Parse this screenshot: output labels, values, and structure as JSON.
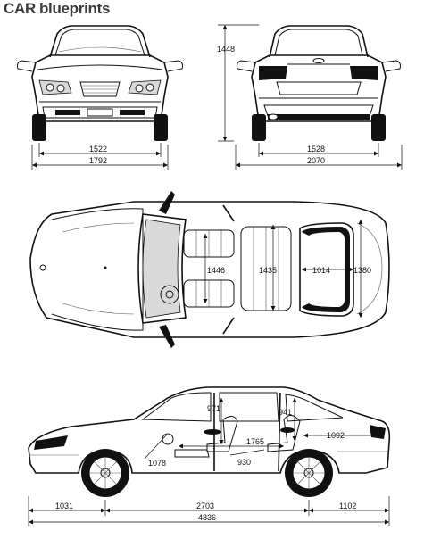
{
  "brand": {
    "word1": "CAR",
    "word2": "blueprints"
  },
  "front_view": {
    "track_width": "1522",
    "overall_width": "1792",
    "height": "1448"
  },
  "rear_view": {
    "track_width": "1528",
    "overall_width": "2070"
  },
  "top_view": {
    "front_interior_width": "1446",
    "rear_interior_width": "1435",
    "trunk_depth": "1014",
    "trunk_width": "1380"
  },
  "side_view": {
    "front_headroom": "971",
    "rear_headroom": "941",
    "cabin_length": "1765",
    "trunk_length": "1092",
    "front_legroom": "1078",
    "rear_legroom": "930",
    "front_overhang": "1031",
    "wheelbase": "2703",
    "rear_overhang": "1102",
    "overall_length": "4836"
  }
}
